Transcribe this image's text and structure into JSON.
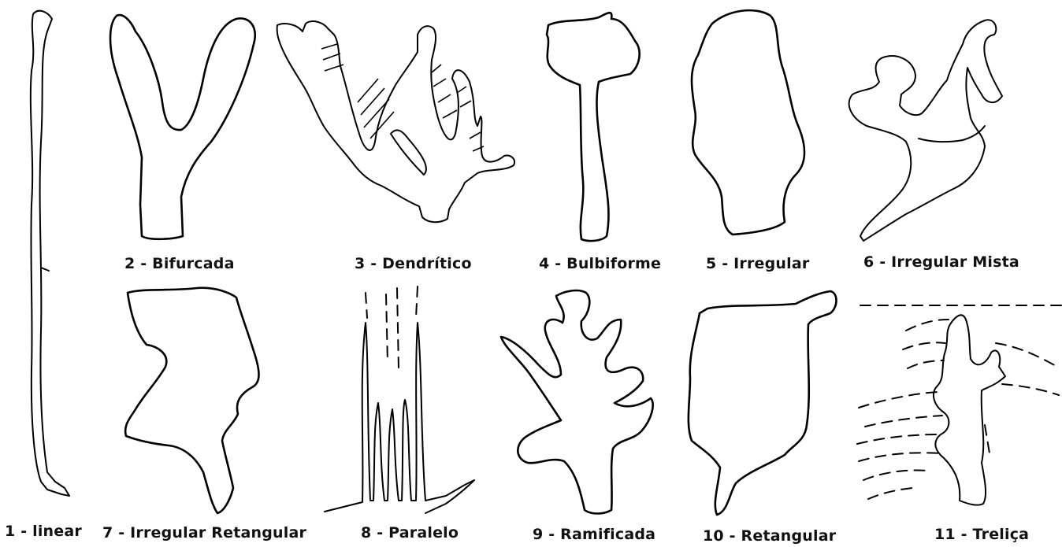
{
  "figure": {
    "shapes": [
      {
        "id": "linear",
        "label": "1 - linear"
      },
      {
        "id": "bifurcada",
        "label": "2 - Bifurcada"
      },
      {
        "id": "dendritico",
        "label": "3 - Dendrítico"
      },
      {
        "id": "bulbiforme",
        "label": "4 - Bulbiforme"
      },
      {
        "id": "irregular",
        "label": "5 - Irregular"
      },
      {
        "id": "irregular-mista",
        "label": "6 - Irregular Mista"
      },
      {
        "id": "irregular-retangular",
        "label": "7 - Irregular Retangular"
      },
      {
        "id": "paralelo",
        "label": "8 - Paralelo"
      },
      {
        "id": "ramificada",
        "label": "9 - Ramificada"
      },
      {
        "id": "retangular",
        "label": "10 - Retangular"
      },
      {
        "id": "trelica",
        "label": "11 - Treliça"
      }
    ]
  }
}
